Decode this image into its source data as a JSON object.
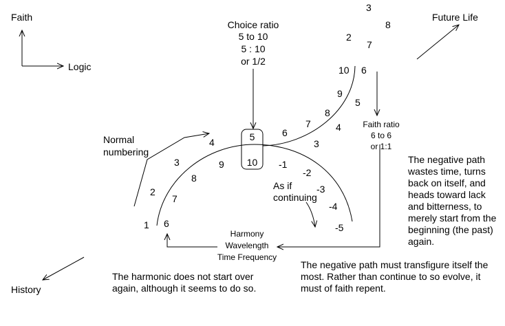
{
  "axes": {
    "vertical_label": "Faith",
    "horizontal_label": "Logic"
  },
  "directions": {
    "future_label": "Future Life",
    "history_label": "History"
  },
  "choice_ratio": {
    "lines": [
      "Choice ratio",
      "5 to 10",
      "5 : 10",
      "or 1/2"
    ]
  },
  "faith_ratio": {
    "lines": [
      "Faith ratio",
      "6 to 6",
      "or 1:1"
    ]
  },
  "normal_numbering": {
    "lines": [
      "Normal",
      "numbering"
    ]
  },
  "as_if_continuing": {
    "lines": [
      "As if",
      "continuing"
    ]
  },
  "bottom_box": {
    "lines": [
      "Harmony",
      "Wavelength",
      "Time Frequency"
    ]
  },
  "notes": {
    "harmonic": "The harmonic does not start over again, although it seems to do so.",
    "negative_path_waste": "The negative path wastes time, turns back on itself, and heads toward lack and bitterness, to merely start from the beginning (the past) again.",
    "negative_path_transfigure": "The negative path must transfigure itself the most. Rather than continue to so evolve, it must of faith repent."
  },
  "sequence_numbers": {
    "outer_left": [
      "1",
      "2",
      "3",
      "4"
    ],
    "inner_left": [
      "6",
      "7",
      "8",
      "9"
    ],
    "choice_top": "5",
    "choice_bottom": "10",
    "upper_arc": [
      "6",
      "7",
      "8",
      "9",
      "10"
    ],
    "lower_arc": [
      "3",
      "4",
      "5",
      "6"
    ],
    "negative": [
      "-1",
      "-2",
      "-3",
      "-4",
      "-5"
    ],
    "floating": [
      "3",
      "8",
      "2",
      "7"
    ]
  }
}
